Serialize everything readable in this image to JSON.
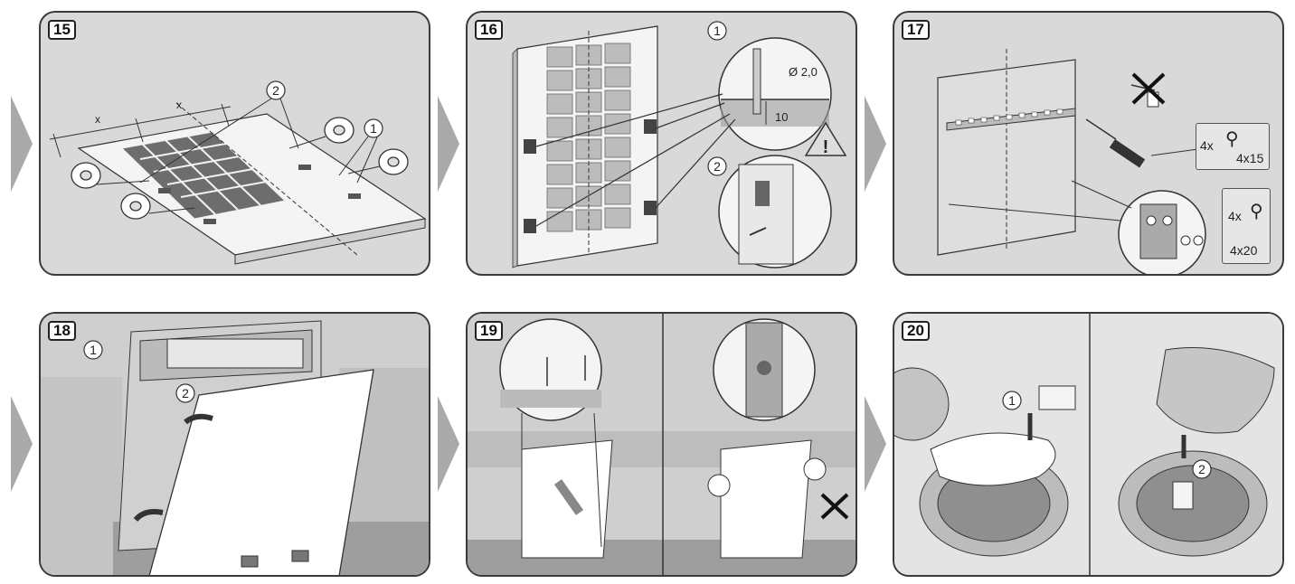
{
  "steps": [
    {
      "number": "15",
      "callouts": [
        "1",
        "2"
      ],
      "dims": [
        "x",
        "x"
      ]
    },
    {
      "number": "16",
      "callouts": [
        "1",
        "2"
      ],
      "drill_diameter": "Ø 2,0",
      "drill_depth": "10",
      "warning": "!"
    },
    {
      "number": "17",
      "screw_a": {
        "qty": "4x",
        "size": "4x15"
      },
      "screw_b": {
        "qty": "4x",
        "size": "4x20"
      }
    },
    {
      "number": "18",
      "callouts": [
        "1",
        "2"
      ]
    },
    {
      "number": "19"
    },
    {
      "number": "20",
      "callouts": [
        "1",
        "2"
      ]
    }
  ],
  "colors": {
    "panel_bg": "#d9d9d9",
    "border": "#3a3a3a",
    "arrow": "#a9a9a9",
    "board": "#f4f4f4"
  }
}
